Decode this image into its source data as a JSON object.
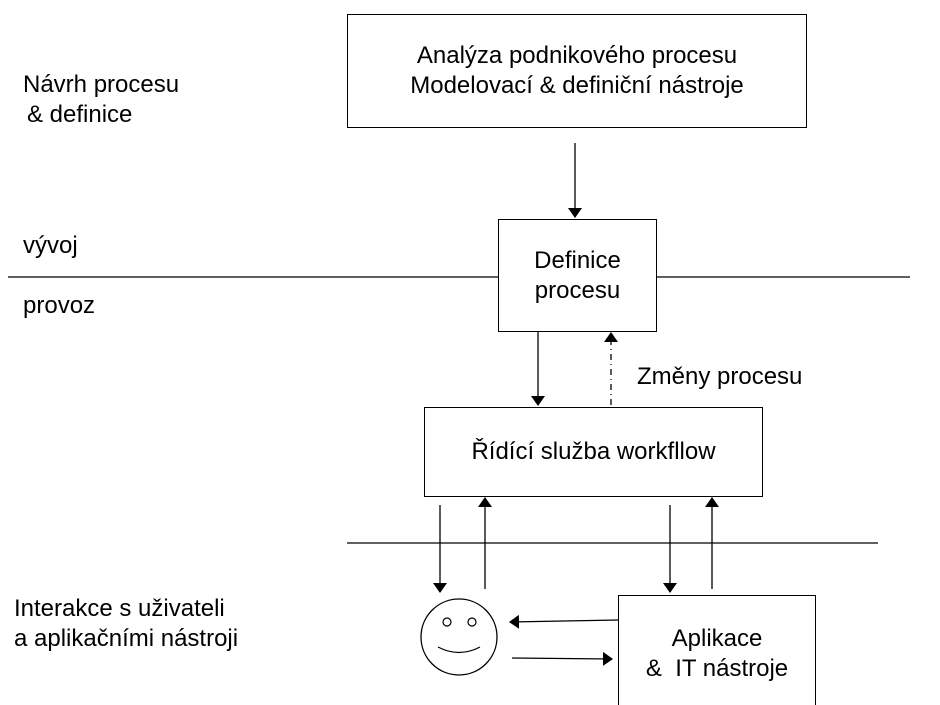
{
  "side_labels": {
    "design_line1": "Návrh procesu",
    "design_line2": "& definice",
    "dev": "vývoj",
    "ops": "provoz",
    "interaction_line1": "Interakce s uživateli",
    "interaction_line2": "a aplikačními nástroji"
  },
  "boxes": {
    "analysis_line1": "Analýza podnikového procesu",
    "analysis_line2": "Modelovací & definiční nástroje",
    "definition_line1": "Definice",
    "definition_line2": "procesu",
    "engine": "Řídící služba workfllow",
    "apps_line1": "Aplikace",
    "apps_line2": "&  IT nástroje"
  },
  "annotations": {
    "process_changes": "Změny procesu"
  }
}
